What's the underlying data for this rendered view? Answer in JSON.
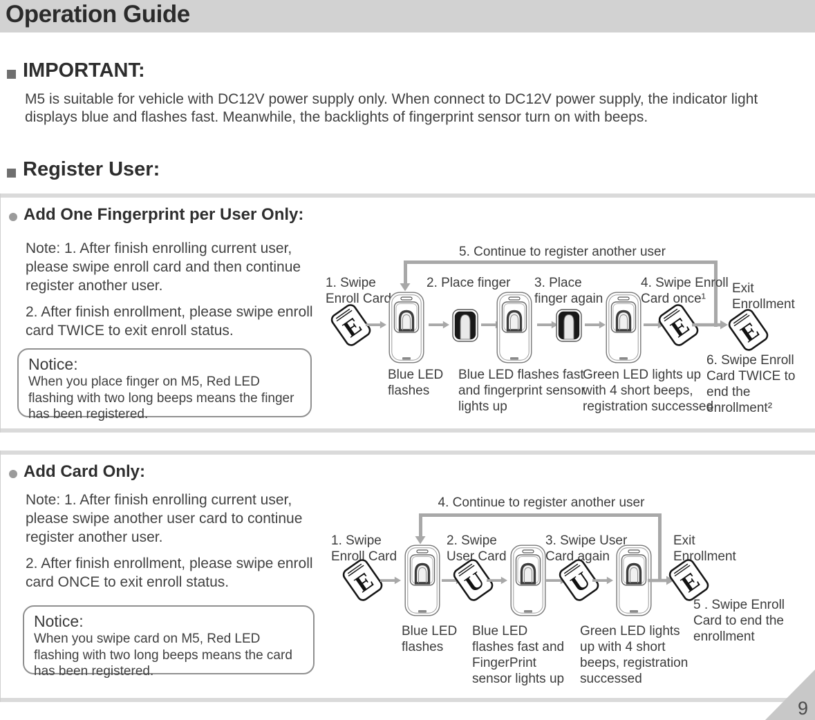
{
  "header": {
    "title": "Operation Guide"
  },
  "important": {
    "title": "IMPORTANT:",
    "body": "M5 is suitable for vehicle with DC12V power supply only. When connect to DC12V power supply, the indicator light displays blue and flashes fast. Meanwhile, the backlights of fingerprint sensor turn on with beeps."
  },
  "register_user": {
    "title": "Register User:"
  },
  "icons": {
    "device": "fingerprint-reader-icon",
    "finger": "finger-icon",
    "enroll_card": "enroll-card-icon",
    "user_card": "user-card-icon",
    "arrow": "arrow-right-icon"
  },
  "fingerprint_section": {
    "title": "Add One Fingerprint per User Only:",
    "note_1": "Note: 1. After finish enrolling current user, please swipe enroll card and then continue register another user.",
    "note_2": "2. After finish enrollment, please swipe enroll card TWICE to exit enroll status.",
    "notice_title": "Notice:",
    "notice_body": "When you place finger on M5, Red LED flashing with two long beeps means the finger has been registered.",
    "loop_label": "5. Continue to register another user",
    "card_letter": "E",
    "steps": {
      "step1": "1. Swipe Enroll Card",
      "step2": "2. Place finger",
      "step3": "3. Place finger again",
      "step4": "4. Swipe Enroll Card once¹",
      "exit": "Exit Enrollment",
      "end_note": "6. Swipe Enroll Card TWICE to end the enrollment²"
    },
    "status": {
      "device1": "Blue LED flashes",
      "device2": "Blue LED flashes fast and fingerprint sensor lights up",
      "device3": "Green LED lights up with 4 short beeps, registration successed"
    }
  },
  "card_section": {
    "title": "Add Card Only:",
    "note_1": "Note: 1. After finish enrolling current user, please swipe another user card to continue register another user.",
    "note_2": "2. After finish enrollment, please swipe enroll card ONCE to exit enroll status.",
    "notice_title": "Notice:",
    "notice_body": "When you swipe card on M5, Red LED flashing with two long beeps means the card has been registered.",
    "loop_label": "4. Continue to register another user",
    "enroll_card_letter": "E",
    "user_card_letter": "U",
    "steps": {
      "step1": "1. Swipe Enroll Card",
      "step2": "2. Swipe User Card",
      "step3": "3. Swipe User Card again",
      "exit": "Exit Enrollment",
      "end_note": "5 . Swipe Enroll Card to end the enrollment"
    },
    "status": {
      "device1": "Blue LED flashes",
      "device2": "Blue LED flashes fast and FingerPrint sensor lights up",
      "device3": "Green LED lights up with 4 short beeps, registration successed"
    }
  },
  "footer": {
    "page_number": "9"
  }
}
